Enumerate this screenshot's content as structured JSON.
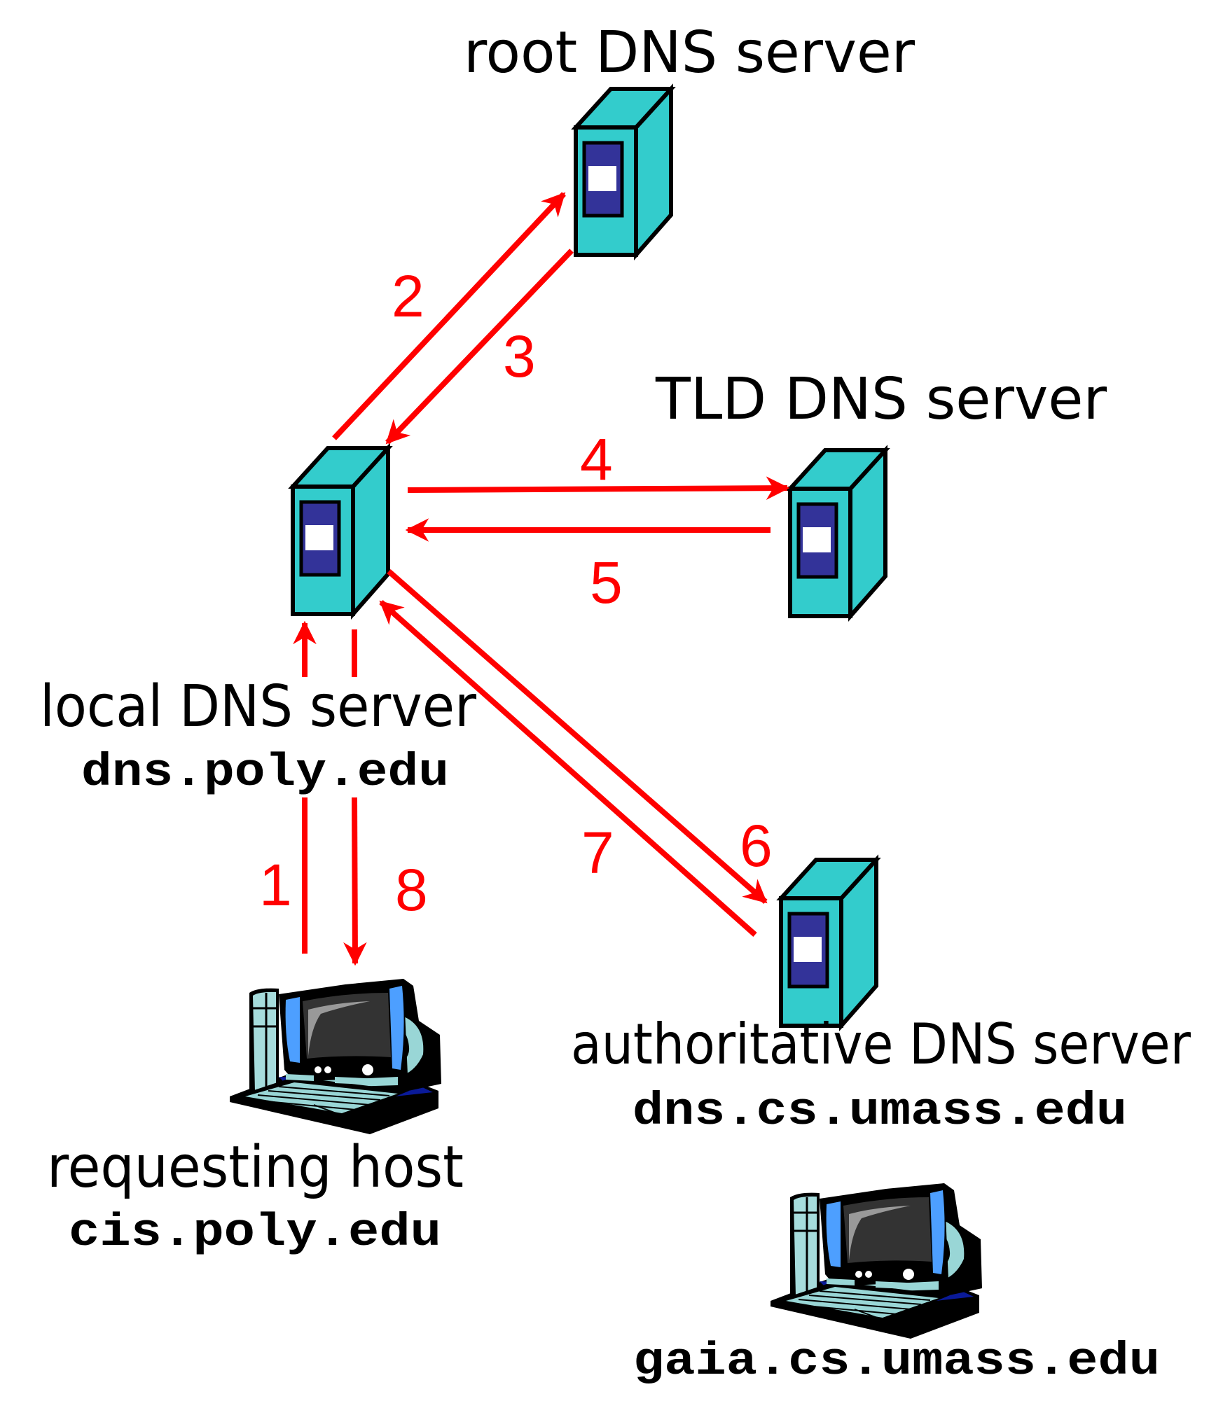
{
  "title": "DNS iterative query resolution",
  "colors": {
    "arrow": "#ff0000",
    "server_body": "#33cccc",
    "server_panel": "#333399",
    "server_window": "#ffffff",
    "outline": "#000000",
    "background": "#ffffff"
  },
  "nodes": {
    "root": {
      "label": "root DNS server",
      "icon": "server-tower-icon"
    },
    "tld": {
      "label": "TLD DNS server",
      "icon": "server-tower-icon"
    },
    "local": {
      "label": "local DNS server",
      "hostname": "dns.poly.edu",
      "icon": "server-tower-icon"
    },
    "authoritative": {
      "label": "authoritative DNS server",
      "hostname": "dns.cs.umass.edu",
      "icon": "server-tower-icon"
    },
    "requesting_host": {
      "label": "requesting host",
      "hostname": "cis.poly.edu",
      "icon": "desktop-computer-icon"
    },
    "target_host": {
      "hostname": "gaia.cs.umass.edu",
      "icon": "desktop-computer-icon"
    }
  },
  "steps": [
    {
      "number": "1",
      "from": "requesting host",
      "to": "local DNS server"
    },
    {
      "number": "2",
      "from": "local DNS server",
      "to": "root DNS server"
    },
    {
      "number": "3",
      "from": "root DNS server",
      "to": "local DNS server"
    },
    {
      "number": "4",
      "from": "local DNS server",
      "to": "TLD DNS server"
    },
    {
      "number": "5",
      "from": "TLD DNS server",
      "to": "local DNS server"
    },
    {
      "number": "6",
      "from": "local DNS server",
      "to": "authoritative DNS server"
    },
    {
      "number": "7",
      "from": "authoritative DNS server",
      "to": "local DNS server"
    },
    {
      "number": "8",
      "from": "local DNS server",
      "to": "requesting host"
    }
  ]
}
